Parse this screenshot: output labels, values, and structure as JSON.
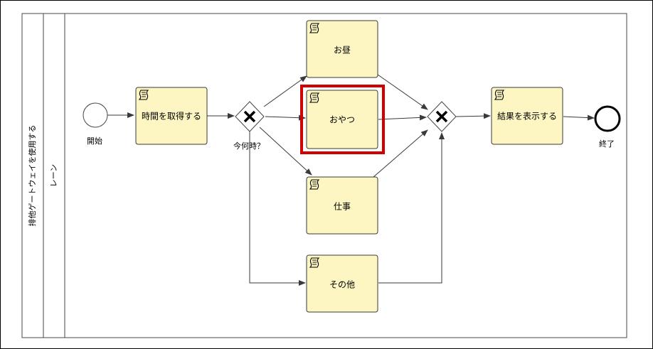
{
  "diagram": {
    "pool_label": "排他ゲートウェイを使用する",
    "lane_label": "レーン",
    "start_event_label": "開始",
    "end_event_label": "終了",
    "gateway_split_label": "今何時？",
    "tasks": {
      "get_time": "時間を取得する",
      "lunch": "お昼",
      "snack": "おやつ",
      "work": "仕事",
      "other": "その他",
      "show_result": "結果を表示する"
    },
    "colors": {
      "task_fill": "#fdf6c3",
      "highlight": "#d00000"
    }
  }
}
